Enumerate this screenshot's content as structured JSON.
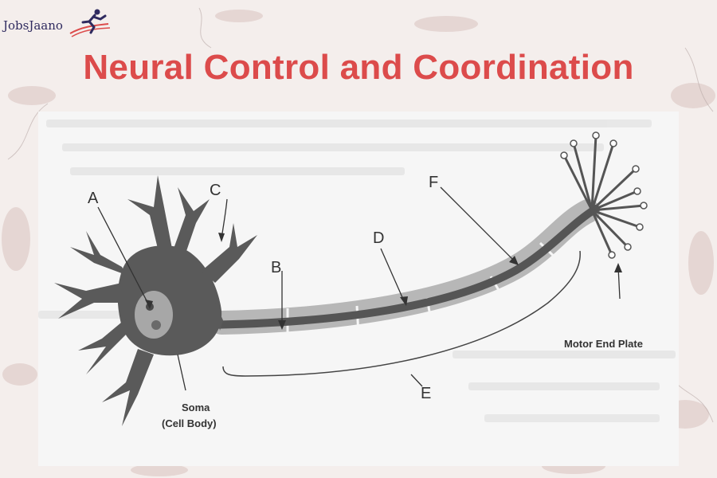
{
  "brand": {
    "name": "JobsJaano"
  },
  "page": {
    "title": "Neural Control and Coordination"
  },
  "diagram": {
    "part_labels": [
      "A",
      "B",
      "C",
      "D",
      "E",
      "F"
    ],
    "soma_label_line1": "Soma",
    "soma_label_line2": "(Cell Body)",
    "motor_end_plate_label": "Motor End Plate"
  },
  "colors": {
    "title": "#dc4b4b",
    "brand_text": "#2f2a5f",
    "neuron": "#5a5a5a",
    "myelin": "#b7b7b7",
    "background": "#f3ecea"
  }
}
